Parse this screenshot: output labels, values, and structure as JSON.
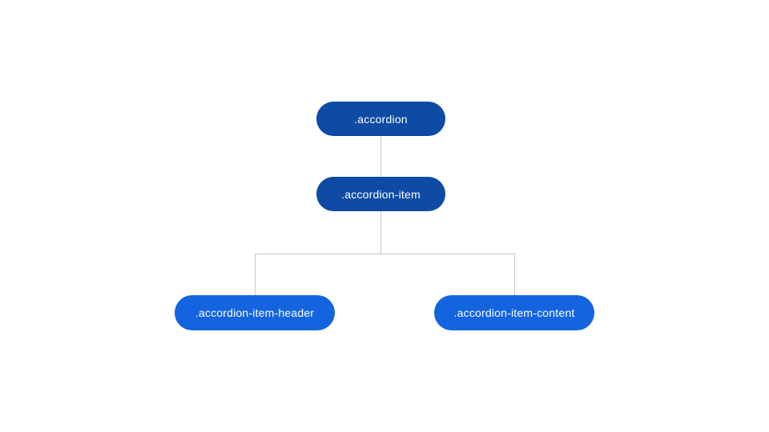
{
  "page": {
    "background_color": "#ffffff"
  },
  "diagram": {
    "type": "tree",
    "connector_color": "#c8c8c8",
    "node_text_color": "#ffffff",
    "node_color_dark": "#0d4ba4",
    "node_color_light": "#1464e0",
    "nodes": [
      {
        "id": "accordion",
        "label": ".accordion",
        "level": 1,
        "color": "#0d4ba4"
      },
      {
        "id": "accordion-item",
        "label": ".accordion-item",
        "level": 2,
        "color": "#0d4ba4"
      },
      {
        "id": "accordion-item-header",
        "label": ".accordion-item-header",
        "level": 3,
        "color": "#1464e0"
      },
      {
        "id": "accordion-item-content",
        "label": ".accordion-item-content",
        "level": 3,
        "color": "#1464e0"
      }
    ],
    "edges": [
      {
        "from": "accordion",
        "to": "accordion-item"
      },
      {
        "from": "accordion-item",
        "to": "accordion-item-header"
      },
      {
        "from": "accordion-item",
        "to": "accordion-item-content"
      }
    ]
  }
}
